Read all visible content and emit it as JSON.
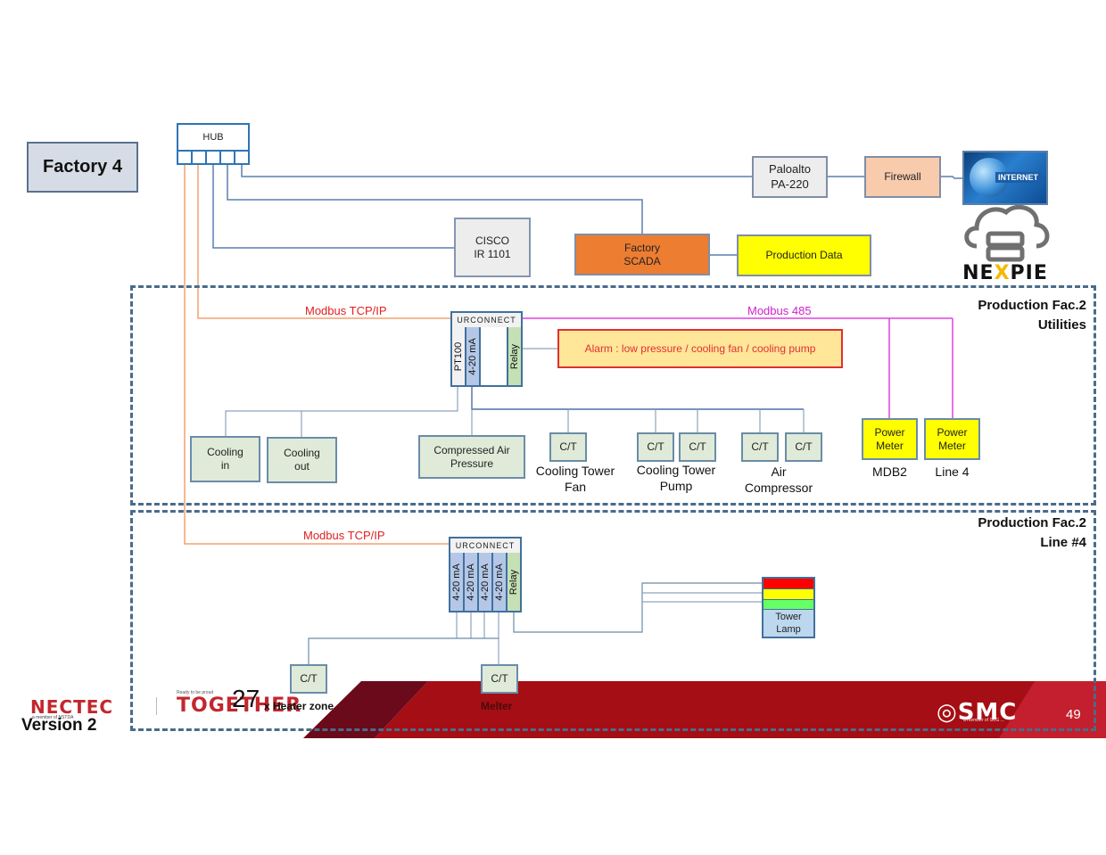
{
  "title": "Factory 4",
  "network": {
    "hub": "HUB",
    "paloalto": "Paloalto\nPA-220",
    "firewall": "Firewall",
    "internet": "INTERNET",
    "cisco": "CISCO\nIR 1101",
    "scada": "Factory\nSCADA",
    "production_data": "Production Data",
    "nexpie": {
      "pre": "NE",
      "x": "X",
      "post": "PIE"
    }
  },
  "zones": {
    "utilities": {
      "label": "Production Fac.2\nUtilities",
      "protocol_tcp": "Modbus TCP/IP",
      "protocol_485": "Modbus 485",
      "urconnect": {
        "title": "URCONNECT",
        "slots": [
          "PT100",
          "4-20 mA",
          "",
          "Relay"
        ]
      },
      "alarm": "Alarm : low pressure / cooling fan / cooling pump",
      "sensors": [
        {
          "label": "Cooling\nin"
        },
        {
          "label": "Cooling\nout"
        },
        {
          "label": "Compressed Air\nPressure"
        }
      ],
      "ct_label": "C/T",
      "ct_groups": [
        {
          "caption": "Cooling Tower\nFan",
          "count": 1
        },
        {
          "caption": "Cooling Tower\nPump",
          "count": 2
        },
        {
          "caption": "Air\nCompressor",
          "count": 2
        }
      ],
      "power_meters": [
        {
          "label": "Power\nMeter",
          "caption": "MDB2"
        },
        {
          "label": "Power\nMeter",
          "caption": "Line 4"
        }
      ]
    },
    "line4": {
      "label": "Production Fac.2\nLine #4",
      "protocol_tcp": "Modbus TCP/IP",
      "urconnect": {
        "title": "URCONNECT",
        "slots": [
          "4-20 mA",
          "4-20 mA",
          "4-20 mA",
          "4-20 mA",
          "Relay"
        ]
      },
      "tower_lamp": "Tower\nLamp",
      "ct_label": "C/T",
      "heater_count": "27",
      "heater_caption": "x Heater zone",
      "melter_caption": "Melter"
    }
  },
  "footer": {
    "nectec": "NECTEC",
    "nectec_sub": "a member of NSTDA",
    "together_sub": "Ready to be proud",
    "together": "TOGETHER",
    "version": "Version 2",
    "smc": "SMC",
    "smc_sub": "a member of SCG ...",
    "page_number": "49"
  },
  "colors": {
    "ethernet": "#5b7fb0",
    "modbus_tcp": "#f4a070",
    "modbus_485": "#e040e0",
    "footer_red": "#a50e14"
  }
}
